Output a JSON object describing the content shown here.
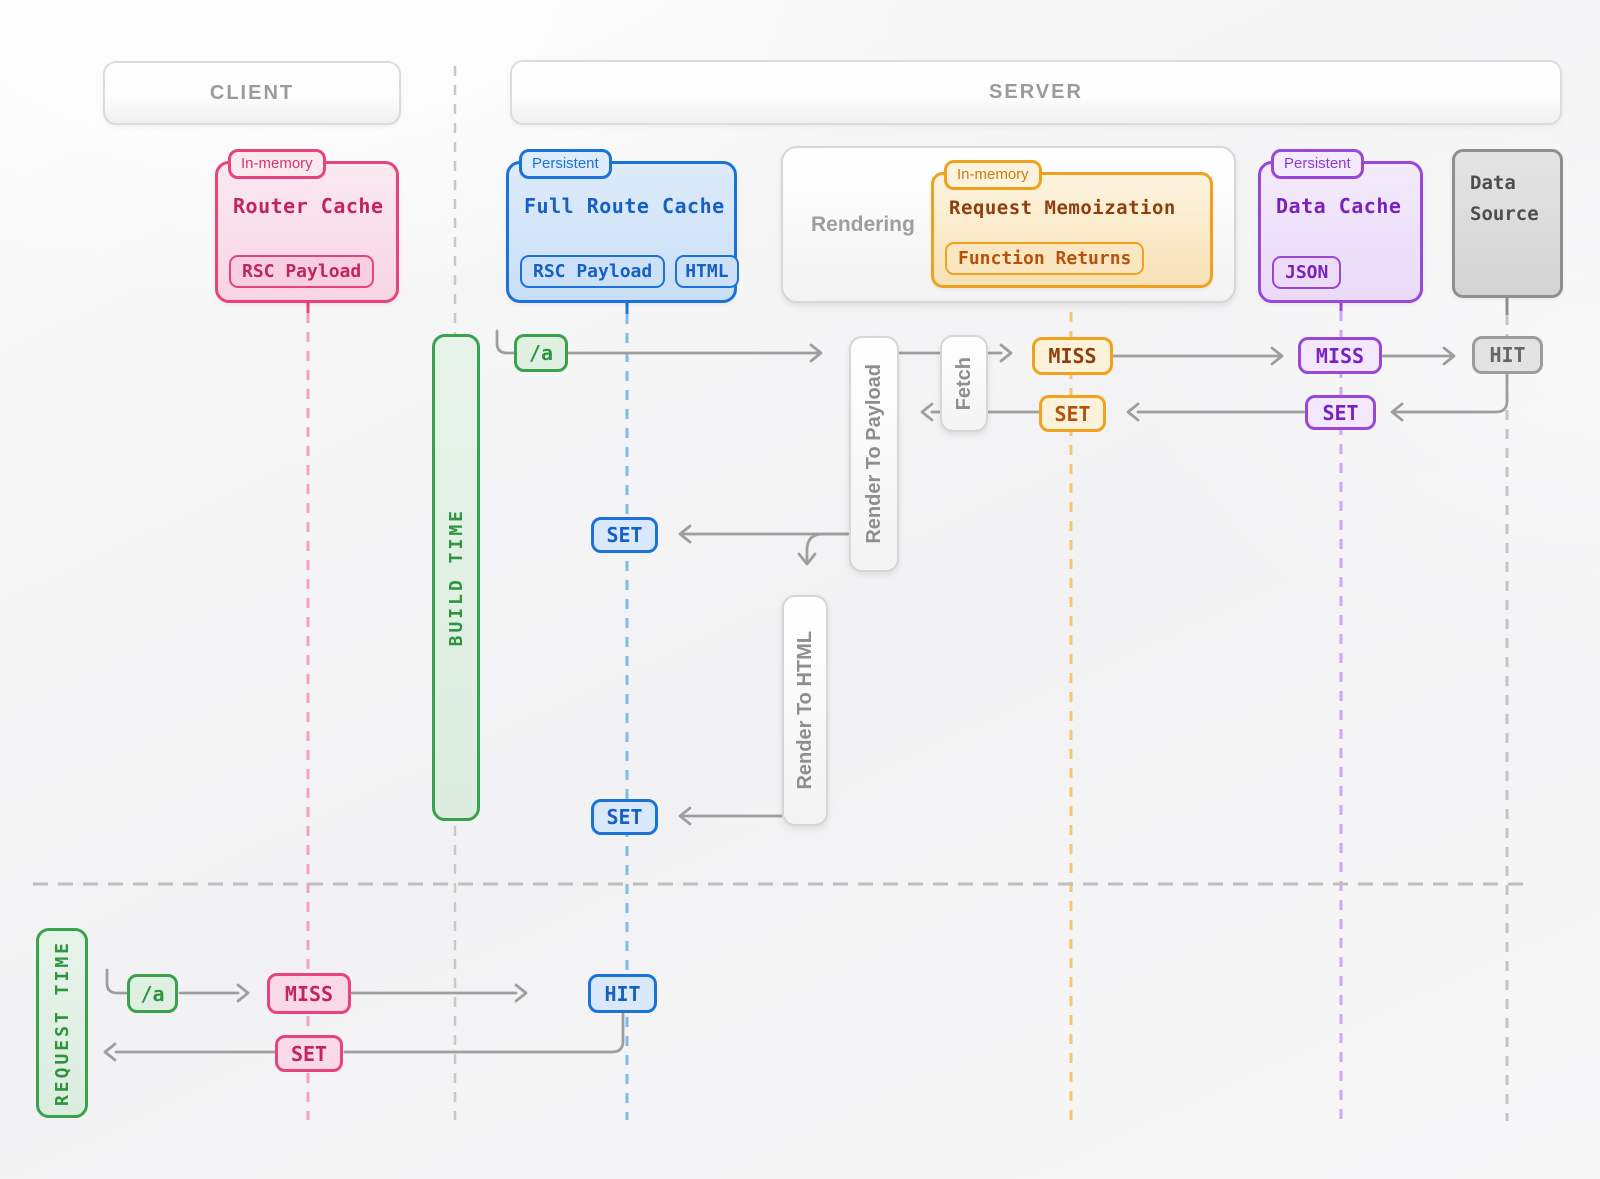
{
  "headers": {
    "client": "CLIENT",
    "server": "SERVER"
  },
  "lanes": {
    "build_time": "BUILD TIME",
    "request_time": "REQUEST TIME"
  },
  "caches": {
    "router_cache": {
      "badge": "In-memory",
      "title": "Router Cache",
      "chip": "RSC Payload"
    },
    "full_route_cache": {
      "badge": "Persistent",
      "title": "Full Route Cache",
      "chip_rsc": "RSC Payload",
      "chip_html": "HTML"
    },
    "rendering_label": "Rendering",
    "request_memoization": {
      "badge": "In-memory",
      "title": "Request Memoization",
      "chip": "Function Returns"
    },
    "data_cache": {
      "badge": "Persistent",
      "title": "Data Cache",
      "chip": "JSON"
    },
    "data_source": {
      "line1": "Data",
      "line2": "Source"
    }
  },
  "processes": {
    "render_to_payload": "Render To Payload",
    "fetch": "Fetch",
    "render_to_html": "Render To HTML"
  },
  "flow_build": {
    "route": "/a",
    "memo_miss": "MISS",
    "memo_set": "SET",
    "data_cache_miss": "MISS",
    "data_cache_set": "SET",
    "source_hit": "HIT",
    "payload_set": "SET",
    "html_set": "SET"
  },
  "flow_request": {
    "route": "/a",
    "router_miss": "MISS",
    "router_set": "SET",
    "full_route_hit": "HIT"
  },
  "colors": {
    "pink_accent": "#E8437C",
    "blue_accent": "#1B72D8",
    "orange_accent": "#F0A21E",
    "purple_accent": "#9A47D8",
    "green_accent": "#3AA24C",
    "gray_accent": "#8F8F8F",
    "arrow_gray": "#9E9E9E",
    "header_text": "#9B9B9B"
  }
}
